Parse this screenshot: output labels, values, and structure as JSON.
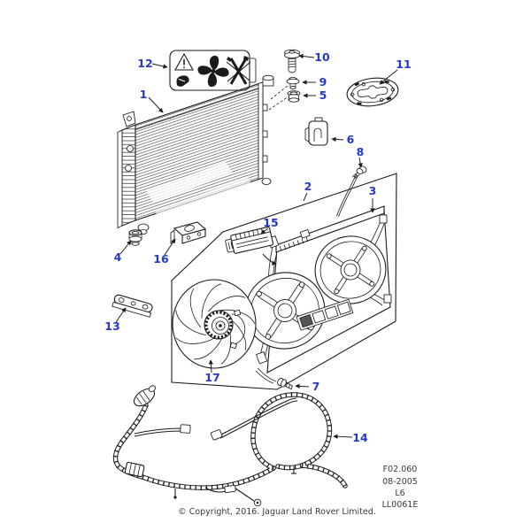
{
  "figure": {
    "type": "exploded-parts-diagram",
    "subject": "radiator and cooling fan assembly",
    "callouts": {
      "c1": "1",
      "c2": "2",
      "c3": "3",
      "c4": "4",
      "c5": "5",
      "c6": "6",
      "c7": "7",
      "c8": "8",
      "c9": "9",
      "c10": "10",
      "c11": "11",
      "c12": "12",
      "c13": "13",
      "c14": "14",
      "c15": "15",
      "c16": "16",
      "c17": "17"
    },
    "warning_label_icons": [
      "warning-triangle-icon",
      "hand-caution-icon",
      "fan-blade-icon",
      "no-tools-icon"
    ]
  },
  "footer": {
    "fig": "F02.060",
    "date": "08-2005",
    "model": "L6",
    "sheet": "LL0061E",
    "copyright": "© Copyright, 2016. Jaguar Land Rover Limited."
  },
  "colors": {
    "background": "#ffffff",
    "line": "#1b1b1b",
    "callout_blue": "#2438d0",
    "footer_text": "#3a3a3a"
  }
}
